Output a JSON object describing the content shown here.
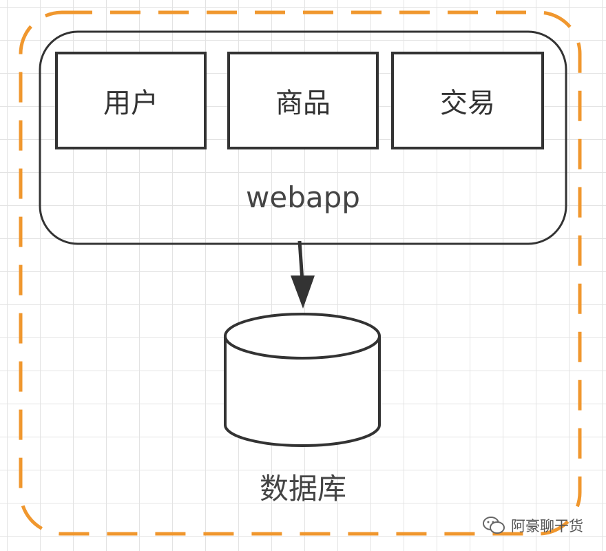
{
  "diagram": {
    "modules": [
      "用户",
      "商品",
      "交易"
    ],
    "container_label": "webapp",
    "database_label": "数据库"
  },
  "watermark": {
    "icon": "wechat-icon",
    "text": "阿豪聊干货"
  },
  "colors": {
    "outer_dashed_border": "#f0972e",
    "container_border": "#333333",
    "arrow": "#333333",
    "grid": "#e3e3e3"
  }
}
